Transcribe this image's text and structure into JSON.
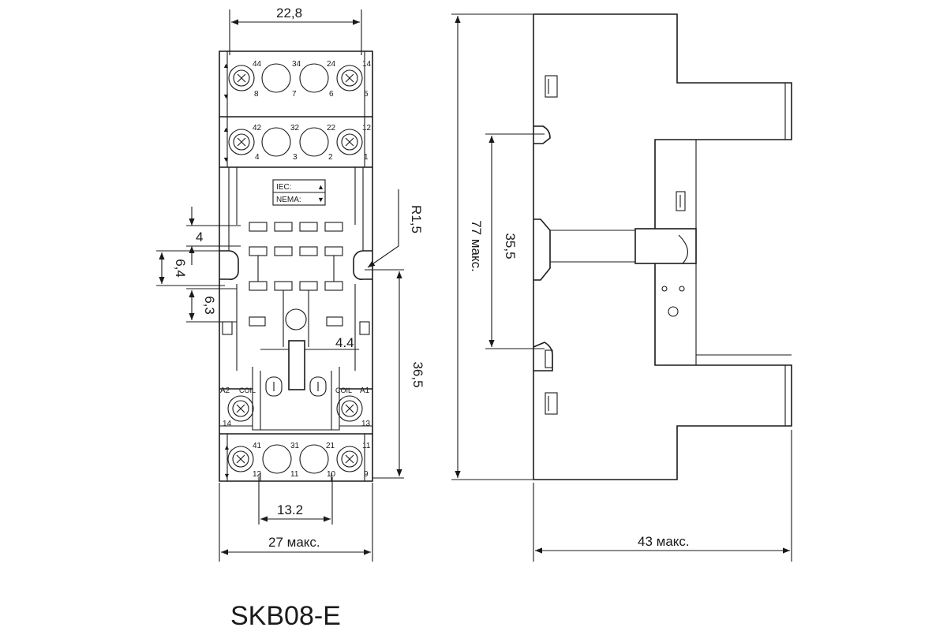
{
  "model": "SKB08-E",
  "dimensions": {
    "top_width": "22,8",
    "slot_height": "4",
    "hole_pitch": "6,4",
    "slot_gap": "6,3",
    "radius": "R1,5",
    "offset": "4.4",
    "lower_height": "36,5",
    "terminal_pitch": "13.2",
    "total_width": "27 макс.",
    "total_height": "77 макс.",
    "rail_height": "35,5",
    "depth": "43 макс."
  },
  "label_box": {
    "iec": "IEC:",
    "nema": "NEMA:"
  },
  "terminals": {
    "row1_top": [
      "44",
      "34",
      "24",
      "14"
    ],
    "row1_bottom": [
      "8",
      "7",
      "6",
      "5"
    ],
    "row2_top": [
      "42",
      "32",
      "22",
      "12"
    ],
    "row2_bottom": [
      "4",
      "3",
      "2",
      "1"
    ],
    "coil_left_top": "A2",
    "coil_left_label": "COIL",
    "coil_left_bottom": "14",
    "coil_right_top": "A1",
    "coil_right_label": "COIL",
    "coil_right_bottom": "13",
    "row4_top": [
      "41",
      "31",
      "21",
      "11"
    ],
    "row4_bottom": [
      "12",
      "11",
      "10",
      "9"
    ]
  }
}
